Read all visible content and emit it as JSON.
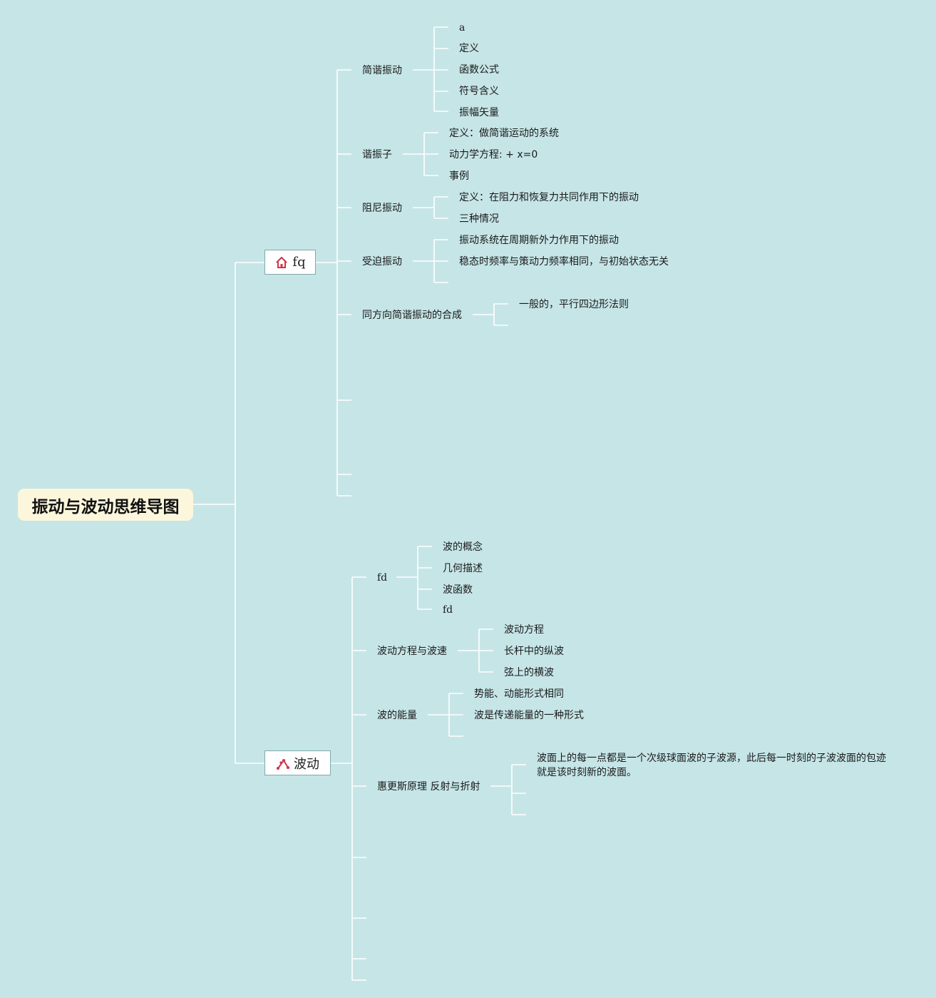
{
  "root": {
    "title": "振动与波动思维导图"
  },
  "branch1": {
    "label": "fq",
    "icon": "house-icon",
    "children": [
      {
        "label": "简谐振动",
        "items": [
          "a",
          "定义",
          "函数公式",
          "符号含义",
          "振幅矢量"
        ]
      },
      {
        "label": "谐振子",
        "items": [
          "定义：做简谐运动的系统",
          "动力学方程: + x=0",
          "事例"
        ]
      },
      {
        "label": "阻尼振动",
        "items": [
          "定义：在阻力和恢复力共同作用下的振动",
          "三种情况"
        ]
      },
      {
        "label": "受迫振动",
        "items": [
          "振动系统在周期新外力作用下的振动",
          "稳态时频率与策动力频率相同，与初始状态无关"
        ]
      },
      {
        "label": "同方向简谐振动的合成",
        "items": [
          "一般的，平行四边形法则"
        ]
      }
    ]
  },
  "branch2": {
    "label": "波动",
    "icon": "wave-network-icon",
    "children": [
      {
        "label": "fd",
        "items": [
          "波的概念",
          "几何描述",
          "波函数",
          "fd"
        ]
      },
      {
        "label": "波动方程与波速",
        "items": [
          "波动方程",
          "长杆中的纵波",
          "弦上的横波"
        ]
      },
      {
        "label": "波的能量",
        "items": [
          "势能、动能形式相同",
          "波是传递能量的一种形式"
        ]
      },
      {
        "label": "惠更斯原理 反射与折射",
        "items": [
          "波面上的每一点都是一个次级球面波的子波源，此后每一时刻的子波波面的包迹就是该时刻新的波面。"
        ]
      }
    ]
  },
  "colors": {
    "background": "#c6e5e7",
    "connector": "#ffffff",
    "root_fill": "#fcf6dc",
    "icon_red": "#d2334a"
  }
}
